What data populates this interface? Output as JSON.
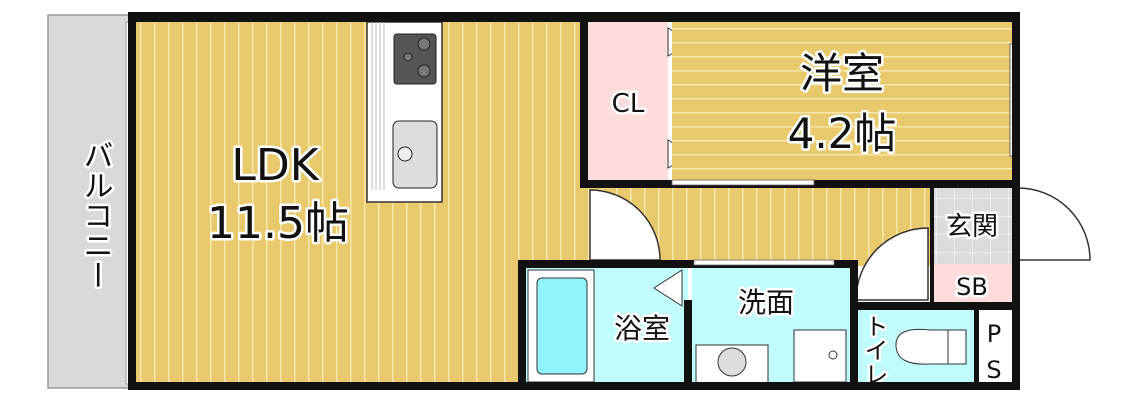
{
  "rooms": {
    "balcony": "バルコニー",
    "ldk": {
      "name": "LDK",
      "size": "11.5帖"
    },
    "western": {
      "name": "洋室",
      "size": "4.2帖"
    },
    "closet": "CL",
    "entrance": "玄関",
    "shoe_box": "SB",
    "bath": "浴室",
    "washroom": "洗面",
    "toilet": "トイレ",
    "pipe_space": [
      "P",
      "S"
    ]
  },
  "colors": {
    "floor": "#e8c96c",
    "floor_stripe": "#f7e6ad",
    "wet": "#c0fbfd",
    "closet": "#fddcdc",
    "tile": "#dcdcdc",
    "balcony": "#d9d9d9",
    "wall": "#111111"
  }
}
